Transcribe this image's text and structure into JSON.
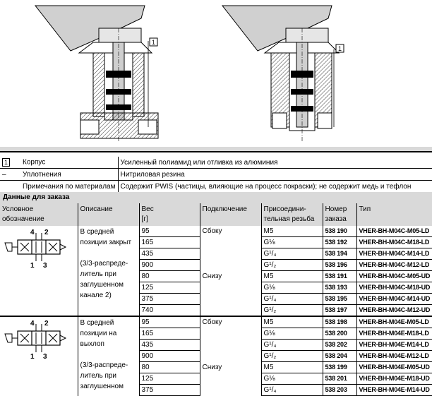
{
  "drawings": {
    "left_callout": "1",
    "right_callout": "1"
  },
  "materials": [
    {
      "marker": "1",
      "part": "Корпус",
      "material": "Усиленный полиамид или отливка из алюминия"
    },
    {
      "marker": "–",
      "part": "Уплотнения",
      "material": "Нитриловая резина"
    },
    {
      "marker": "",
      "part": "Примечания по материалам",
      "material": "Содержит PWIS (частицы, влияющие на процесс покраски); не содержит медь и тефлон"
    }
  ],
  "order_section_title": "Данные для заказа",
  "headers": {
    "symbol_line1": "Условное",
    "symbol_line2": "обозначение",
    "description": "Описание",
    "weight_line1": "Вес",
    "weight_line2": "[г]",
    "connection": "Подключение",
    "thread_line1": "Присоедини-",
    "thread_line2": "тельная резьба",
    "number_line1": "Номер",
    "number_line2": "заказа",
    "type": "Тип"
  },
  "groups": [
    {
      "symbol_ports": {
        "top_left": "4",
        "top_right": "2",
        "bottom_left": "1",
        "bottom_right": "3"
      },
      "description_lines": [
        "В средней",
        "позиции закрыт",
        "",
        "(3/3-распреде-",
        "литель при",
        "заглушенном",
        "канале 2)"
      ],
      "subgroups": [
        {
          "connection": "Сбоку",
          "rows": [
            {
              "weight": "95",
              "thread": "M5",
              "number": "538 190",
              "type": "VHER-BH-M04C-M05-LD"
            },
            {
              "weight": "165",
              "thread": "G⅛",
              "number": "538 192",
              "type": "VHER-BH-M04C-M18-LD"
            },
            {
              "weight": "435",
              "thread": "G¹/₄",
              "number": "538 194",
              "type": "VHER-BH-M04C-M14-LD"
            },
            {
              "weight": "900",
              "thread": "G¹/₂",
              "number": "538 196",
              "type": "VHER-BH-M04C-M12-LD"
            }
          ]
        },
        {
          "connection": "Снизу",
          "rows": [
            {
              "weight": "80",
              "thread": "M5",
              "number": "538 191",
              "type": "VHER-BH-M04C-M05-UD"
            },
            {
              "weight": "125",
              "thread": "G⅛",
              "number": "538 193",
              "type": "VHER-BH-M04C-M18-UD"
            },
            {
              "weight": "375",
              "thread": "G¹/₄",
              "number": "538 195",
              "type": "VHER-BH-M04C-M14-UD"
            },
            {
              "weight": "740",
              "thread": "G¹/₂",
              "number": "538 197",
              "type": "VHER-BH-M04C-M12-UD"
            }
          ]
        }
      ]
    },
    {
      "symbol_ports": {
        "top_left": "4",
        "top_right": "2",
        "bottom_left": "1",
        "bottom_right": "3"
      },
      "description_lines": [
        "В средней",
        "позиции на",
        "выхлоп",
        "",
        "(3/3-распреде-",
        "литель при",
        "заглушенном"
      ],
      "subgroups": [
        {
          "connection": "Сбоку",
          "rows": [
            {
              "weight": "95",
              "thread": "M5",
              "number": "538 198",
              "type": "VHER-BH-M04E-M05-LD"
            },
            {
              "weight": "165",
              "thread": "G⅛",
              "number": "538 200",
              "type": "VHER-BH-M04E-M18-LD"
            },
            {
              "weight": "435",
              "thread": "G¹/₄",
              "number": "538 202",
              "type": "VHER-BH-M04E-M14-LD"
            },
            {
              "weight": "900",
              "thread": "G¹/₂",
              "number": "538 204",
              "type": "VHER-BH-M04E-M12-LD"
            }
          ]
        },
        {
          "connection": "Снизу",
          "rows": [
            {
              "weight": "80",
              "thread": "M5",
              "number": "538 199",
              "type": "VHER-BH-M04E-M05-UD"
            },
            {
              "weight": "125",
              "thread": "G⅛",
              "number": "538 201",
              "type": "VHER-BH-M04E-M18-UD"
            },
            {
              "weight": "375",
              "thread": "G¹/₄",
              "number": "538 203",
              "type": "VHER-BH-M04E-M14-UD"
            }
          ]
        }
      ]
    }
  ]
}
